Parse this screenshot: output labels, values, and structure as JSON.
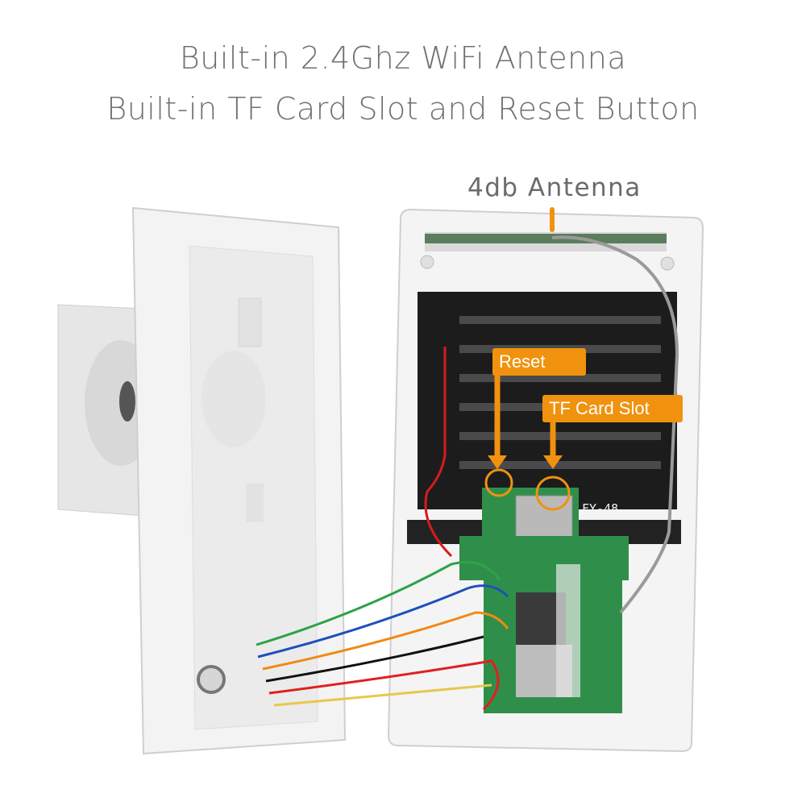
{
  "heading": {
    "line1": "Built-in 2.4Ghz WiFi Antenna",
    "line2": "Built-in TF Card Slot and Reset Button"
  },
  "labels": {
    "antenna": "4db Antenna",
    "reset": "Reset",
    "tf_card": "TF Card Slot",
    "board_marking": "FY-48"
  },
  "colors": {
    "accent": "#f0920e",
    "housing": "#f4f4f4",
    "pcb_panel": "#1c1c1c",
    "board": "#2f8f4a"
  }
}
